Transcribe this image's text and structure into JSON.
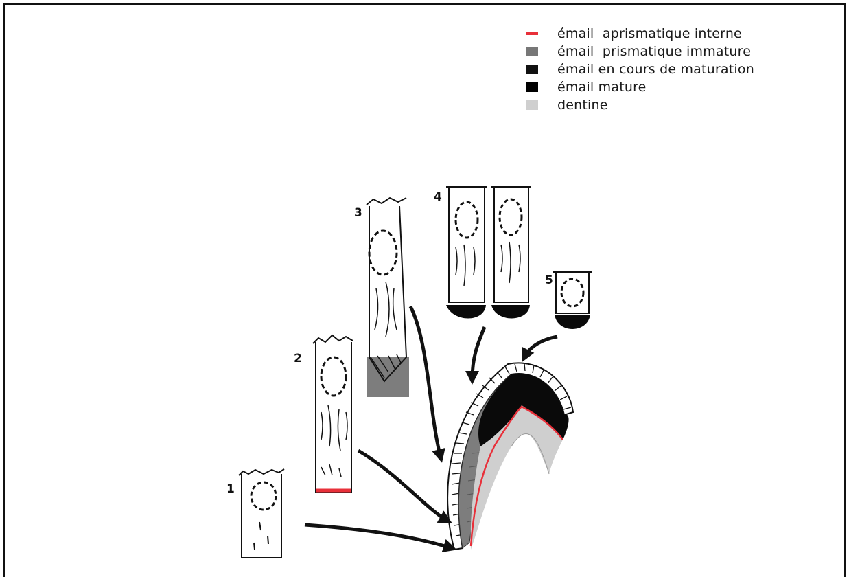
{
  "legend": [
    {
      "label": "émail  aprismatique interne",
      "color": "#e8303a",
      "kind": "line"
    },
    {
      "label": "émail  prismatique immature",
      "color": "#777777",
      "kind": "box"
    },
    {
      "label": "émail en cours de maturation",
      "color": "#111111",
      "kind": "box"
    },
    {
      "label": "émail mature",
      "color": "#000000",
      "kind": "box"
    },
    {
      "label": "dentine",
      "color": "#cfcfcf",
      "kind": "box"
    }
  ],
  "stages": [
    "1",
    "2",
    "3",
    "4",
    "5"
  ]
}
